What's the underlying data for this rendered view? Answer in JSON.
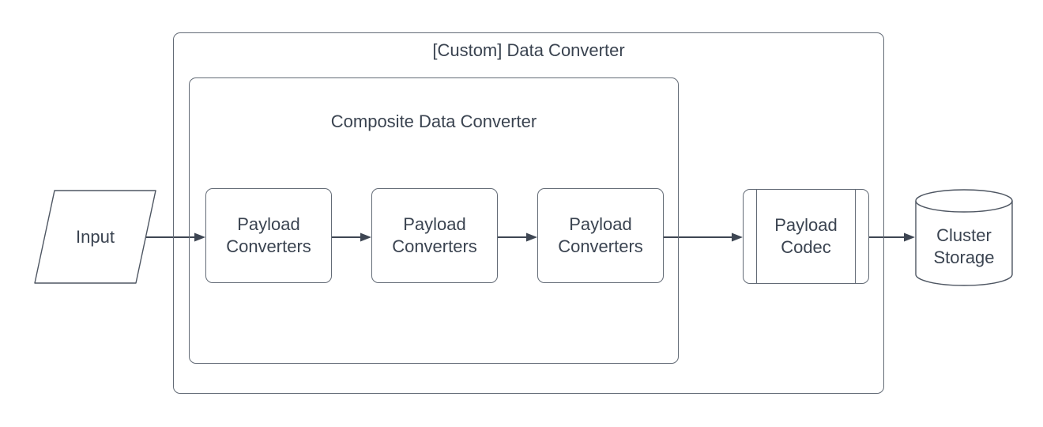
{
  "diagram": {
    "containers": [
      {
        "id": "custom-data-converter",
        "label": "[Custom] Data Converter"
      },
      {
        "id": "composite-data-converter",
        "label": "Composite Data Converter"
      }
    ],
    "nodes": [
      {
        "id": "input",
        "shape": "parallelogram",
        "label": "Input"
      },
      {
        "id": "payload-converters-1",
        "shape": "rounded-rectangle",
        "label": "Payload Converters"
      },
      {
        "id": "payload-converters-2",
        "shape": "rounded-rectangle",
        "label": "Payload Converters"
      },
      {
        "id": "payload-converters-3",
        "shape": "rounded-rectangle",
        "label": "Payload Converters"
      },
      {
        "id": "payload-codec",
        "shape": "predefined-process",
        "label": "Payload Codec"
      },
      {
        "id": "cluster-storage",
        "shape": "cylinder",
        "label": "Cluster Storage"
      }
    ],
    "edges": [
      {
        "from": "input",
        "to": "payload-converters-1"
      },
      {
        "from": "payload-converters-1",
        "to": "payload-converters-2"
      },
      {
        "from": "payload-converters-2",
        "to": "payload-converters-3"
      },
      {
        "from": "payload-converters-3",
        "to": "payload-codec"
      },
      {
        "from": "payload-codec",
        "to": "cluster-storage"
      }
    ],
    "colors": {
      "background": "#ffffff",
      "shape_border": "#636b76",
      "arrow": "#3e4653",
      "text": "#3a4350"
    }
  }
}
